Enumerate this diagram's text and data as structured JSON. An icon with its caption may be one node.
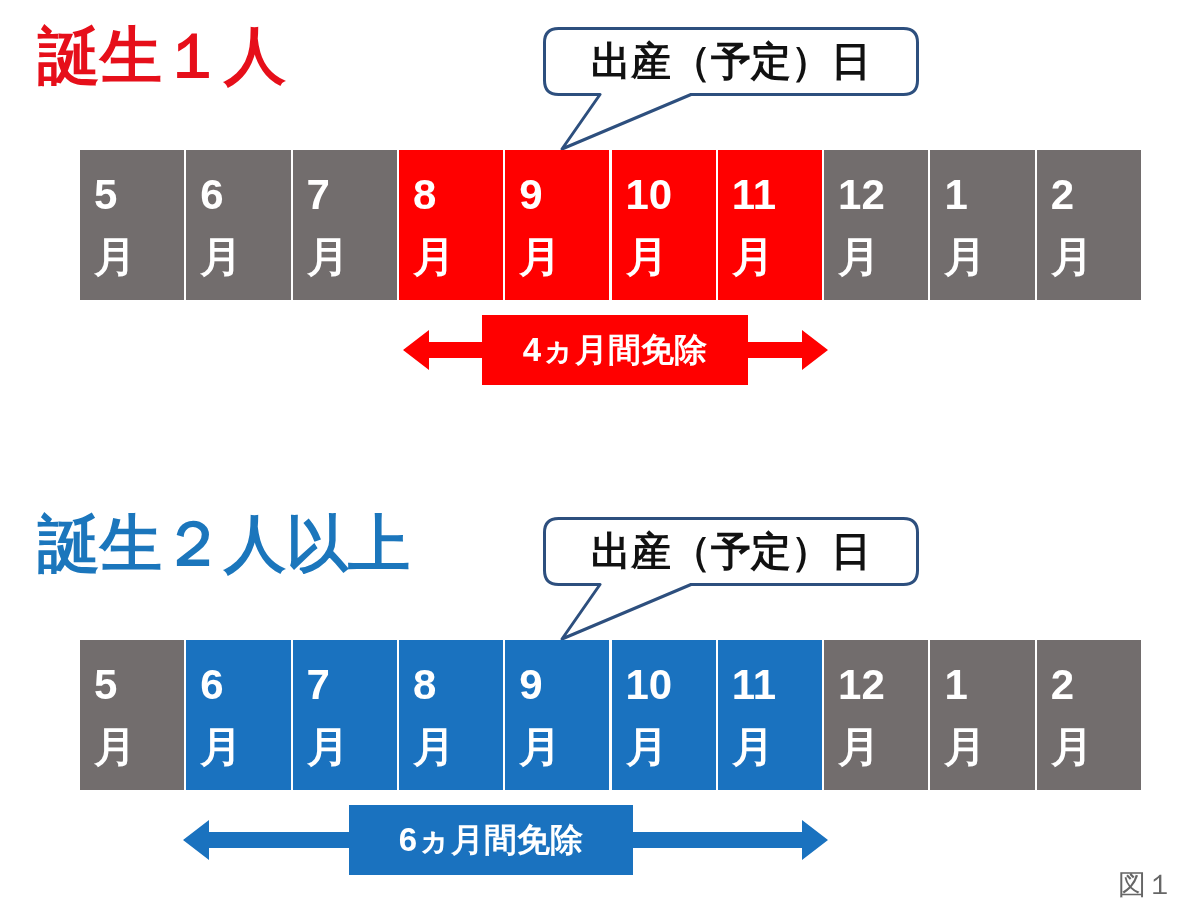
{
  "diagram": {
    "caption": "図１",
    "nodes": [
      {
        "text": [
          "出産（予定）日"
        ]
      },
      {
        "text": [
          "5月"
        ]
      },
      {
        "text": [
          "6月"
        ]
      },
      {
        "text": [
          "7月"
        ]
      },
      {
        "text": [
          "8月"
        ]
      },
      {
        "text": [
          "9月"
        ]
      },
      {
        "text": [
          "10月"
        ]
      },
      {
        "text": [
          "11月"
        ]
      },
      {
        "text": [
          "12月"
        ]
      },
      {
        "text": [
          "1月"
        ]
      },
      {
        "text": [
          "2月"
        ]
      },
      {
        "text": [
          "4ヵ月間免除"
        ]
      },
      {
        "text": [
          "出産（予定）日"
        ]
      },
      {
        "text": [
          "5月"
        ]
      },
      {
        "text": [
          "6月"
        ]
      },
      {
        "text": [
          "7月"
        ]
      },
      {
        "text": [
          "8月"
        ]
      },
      {
        "text": [
          "9月"
        ]
      },
      {
        "text": [
          "10月"
        ]
      },
      {
        "text": [
          "11月"
        ]
      },
      {
        "text": [
          "12月"
        ]
      },
      {
        "text": [
          "1月"
        ]
      },
      {
        "text": [
          "2月"
        ]
      },
      {
        "text": [
          "6ヵ月間免除"
        ]
      }
    ],
    "labels": [
      "誕生１人",
      "誕生２人以上"
    ]
  }
}
